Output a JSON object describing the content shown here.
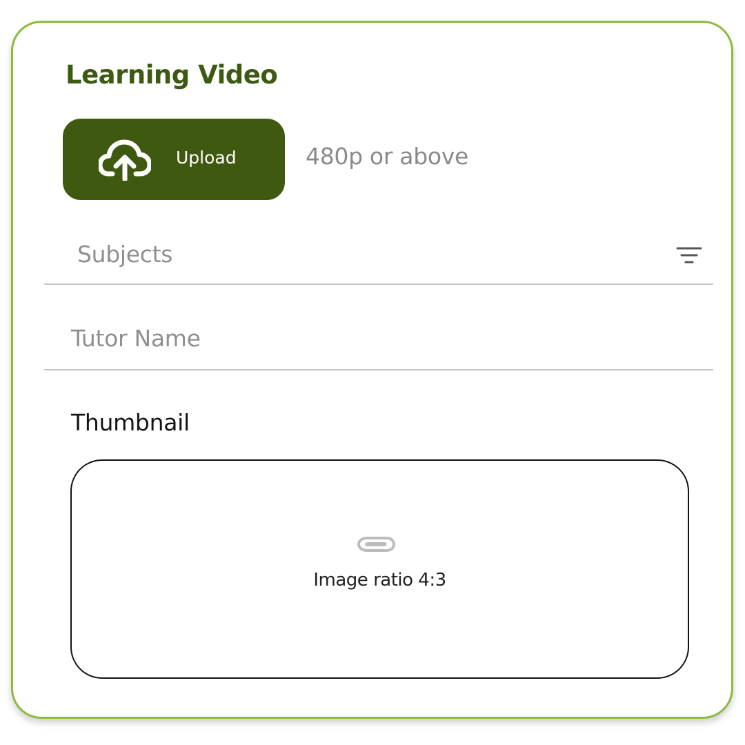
{
  "card": {
    "title": "Learning Video",
    "upload": {
      "label": "Upload",
      "icon": "cloud-upload-icon",
      "hint": "480p or above"
    },
    "subjects": {
      "placeholder": "Subjects",
      "icon": "filter-icon"
    },
    "tutor": {
      "placeholder": "Tutor Name"
    },
    "thumbnail": {
      "label": "Thumbnail",
      "icon": "paperclip-icon",
      "caption": "Image ratio 4:3"
    }
  },
  "colors": {
    "accent": "#3f5a10",
    "border": "#8bbb3a",
    "placeholder": "#8f8f8f"
  }
}
